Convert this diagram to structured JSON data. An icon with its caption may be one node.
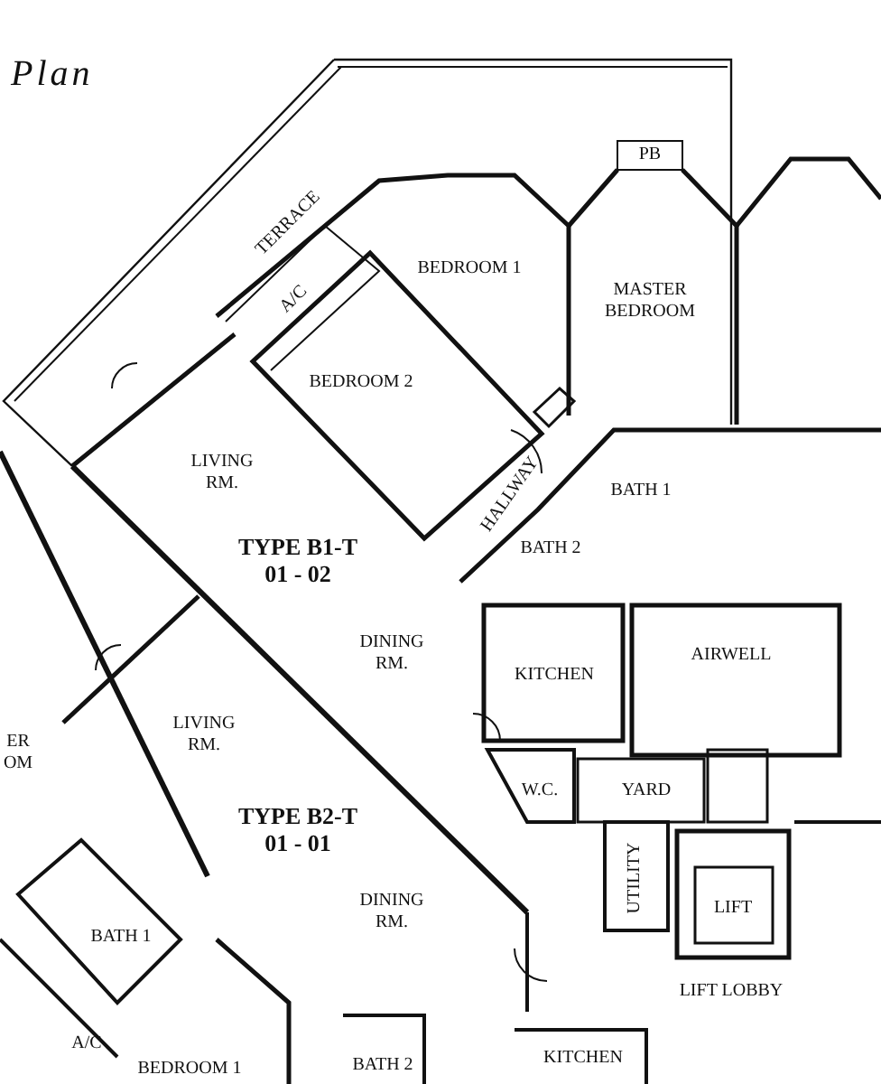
{
  "diagram": {
    "title": "Plan",
    "labels": [
      "TERRACE",
      "BEDROOM 1",
      "MASTER BEDROOM",
      "PB",
      "A/C",
      "BEDROOM 2",
      "LIVING RM.",
      "HALLWAY",
      "BATH 1",
      "TYPE B1-T 01 - 02",
      "BATH 2",
      "DINING RM.",
      "KITCHEN",
      "AIRWELL",
      "ER OM",
      "LIVING RM.",
      "W.C.",
      "YARD",
      "TYPE B2-T 01 - 01",
      "UTILITY",
      "LIFT",
      "DINING RM.",
      "BATH 1",
      "LIFT LOBBY",
      "A/C",
      "BEDROOM 1",
      "BATH 2",
      "KITCHEN"
    ]
  }
}
